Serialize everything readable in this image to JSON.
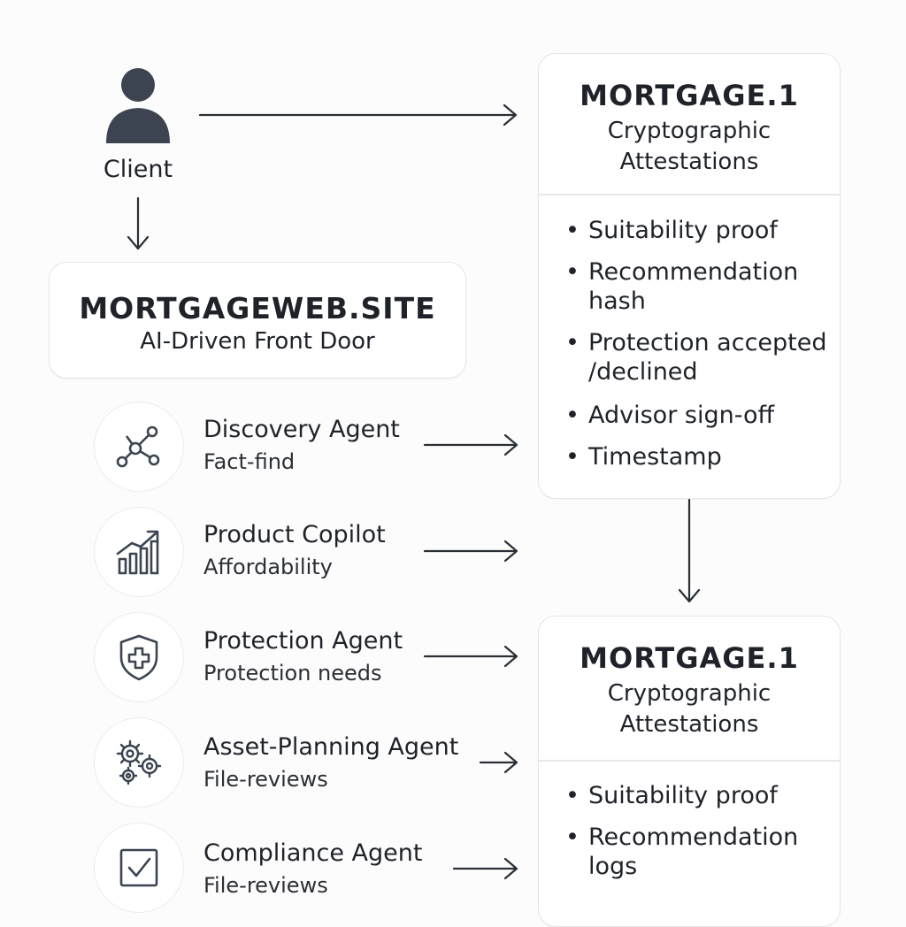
{
  "client": {
    "label": "Client",
    "icon": "person-icon"
  },
  "front_door": {
    "title": "MORTGAGEWEB.SITE",
    "subtitle": "AI-Driven Front Door"
  },
  "agents": [
    {
      "title": "Discovery Agent",
      "subtitle": "Fact-find",
      "icon": "network-nodes-icon"
    },
    {
      "title": "Product Copilot",
      "subtitle": "Affordability",
      "icon": "growth-chart-icon"
    },
    {
      "title": "Protection Agent",
      "subtitle": "Protection needs",
      "icon": "shield-plus-icon"
    },
    {
      "title": "Asset-Planning Agent",
      "subtitle": "File-reviews",
      "icon": "gears-icon"
    },
    {
      "title": "Compliance Agent",
      "subtitle": "File-reviews",
      "icon": "checkbox-icon"
    }
  ],
  "attestation_top": {
    "title": "MORTGAGE.1",
    "subtitle_line1": "Cryptographic",
    "subtitle_line2": "Attestations",
    "bullet_symbol": "•",
    "items": [
      {
        "line1": "Suitability proof",
        "line2": ""
      },
      {
        "line1": "Recommendation",
        "line2": "hash"
      },
      {
        "line1": "Protection accepted",
        "line2": "/declined"
      },
      {
        "line1": "Advisor sign-off",
        "line2": ""
      },
      {
        "line1": "Timestamp",
        "line2": ""
      }
    ]
  },
  "attestation_bottom": {
    "title": "MORTGAGE.1",
    "subtitle_line1": "Cryptographic",
    "subtitle_line2": "Attestations",
    "bullet_symbol": "•",
    "items": [
      {
        "line1": "Suitability proof",
        "line2": ""
      },
      {
        "line1": "Recommendation",
        "line2": "logs"
      }
    ]
  },
  "colors": {
    "ink": "#1f2329",
    "icon": "#3b4450",
    "card_border": "#e6e6e6"
  }
}
